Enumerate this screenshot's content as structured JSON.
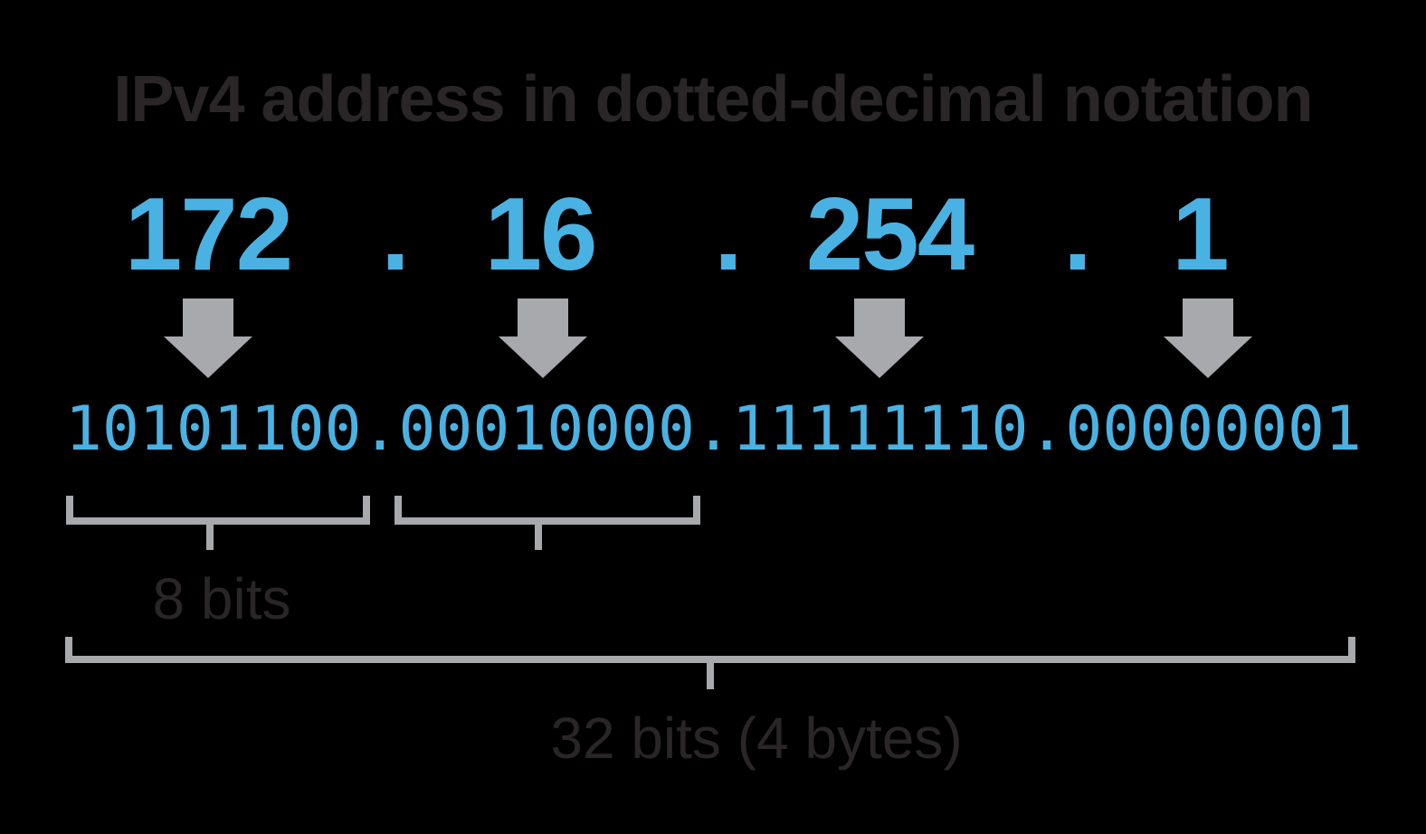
{
  "title": "IPv4 address in dotted-decimal notation",
  "decimal": {
    "octets": [
      "172",
      "16",
      "254",
      "1"
    ],
    "separator": "."
  },
  "binary": {
    "octets": [
      "10101100",
      "00010000",
      "11111110",
      "00000001"
    ],
    "separator": "."
  },
  "labels": {
    "octet_bits": "8 bits",
    "total_bits": "32 bits (4 bytes)"
  },
  "icons": {
    "down_arrow": "▼"
  },
  "colors": {
    "background": "#000000",
    "accent_blue": "#4ab2e3",
    "bracket_gray": "#a7a9ac",
    "text_dark": "#2a2627"
  }
}
